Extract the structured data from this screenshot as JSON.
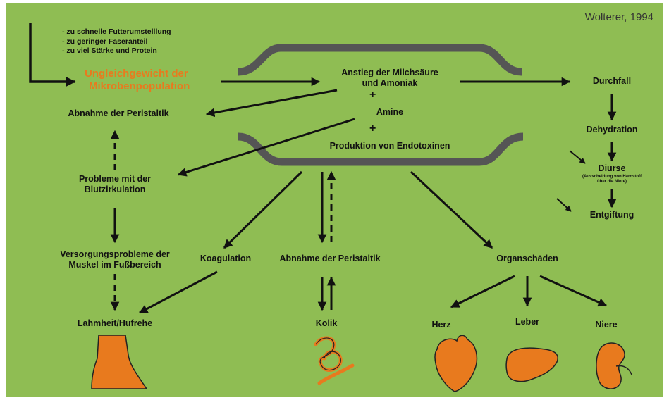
{
  "source": "Wolterer, 1994",
  "causes": [
    "- zu schnelle Futterumstelllung",
    "- zu geringer Faseranteil",
    "- zu viel Stärke und Protein"
  ],
  "nodes": {
    "imbalance_1": "Ungleichgewicht der",
    "imbalance_2": "Mikrobenpopulation",
    "milk_acid_1": "Anstieg der Milchsäure",
    "milk_acid_2": "und Amoniak",
    "plus": "+",
    "amine": "Amine",
    "endotoxins": "Produktion von Endotoxinen",
    "peristaltic_top": "Abnahme der Peristaltik",
    "circulation_1": "Probleme mit der",
    "circulation_2": "Blutzirkulation",
    "supply_1": "Versorgungsprobleme der",
    "supply_2": "Muskel im Fußbereich",
    "laminitis": "Lahmheit/Hufrehe",
    "coagulation": "Koagulation",
    "peristaltic_mid": "Abnahme der Peristaltik",
    "colic": "Kolik",
    "organ_damage": "Organschäden",
    "heart": "Herz",
    "liver": "Leber",
    "kidney": "Niere",
    "diarrhea": "Durchfall",
    "dehydration": "Dehydration",
    "diuresis": "Diurse",
    "diuresis_note_1": "(Ausscheidung von Harnstoff",
    "diuresis_note_2": "über die Niere)",
    "detox": "Entgiftung"
  },
  "colors": {
    "background": "#8fbd53",
    "accent": "#e87a1e",
    "ink": "#111111",
    "bracket": "#555555"
  }
}
